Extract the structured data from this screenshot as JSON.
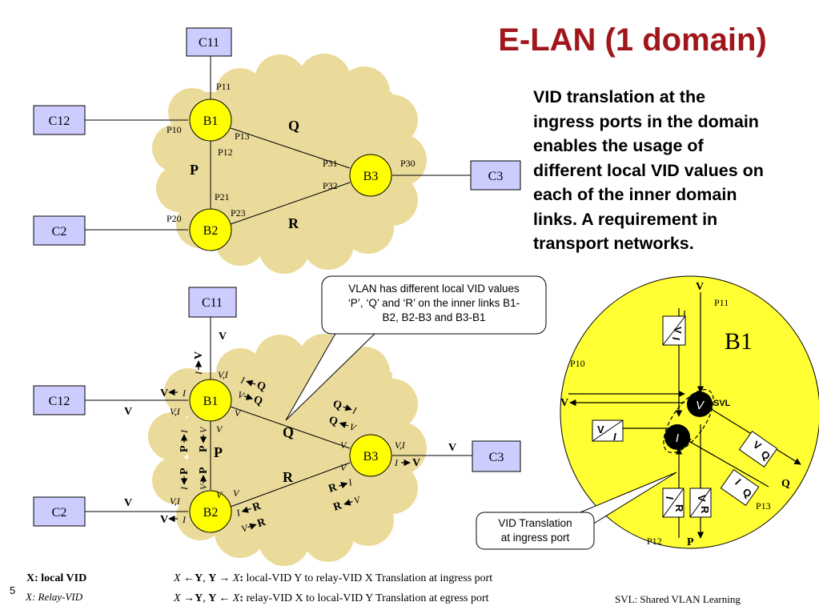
{
  "title": "E-LAN (1 domain)",
  "description": [
    "VID translation at the",
    "ingress ports in the domain",
    "enables the usage of",
    "different local VID values on",
    "each of the inner domain",
    "links. A requirement in",
    "transport networks."
  ],
  "top_diagram": {
    "customers": {
      "c11": "C11",
      "c12": "C12",
      "c2": "C2",
      "c3": "C3"
    },
    "bridges": {
      "b1": "B1",
      "b2": "B2",
      "b3": "B3"
    },
    "ports": {
      "p11": "P11",
      "p10": "P10",
      "p13": "P13",
      "p12": "P12",
      "p31": "P31",
      "p30": "P30",
      "p32": "P32",
      "p21": "P21",
      "p20": "P20",
      "p23": "P23"
    },
    "links": {
      "q": "Q",
      "p": "P",
      "r": "R"
    }
  },
  "bottom_diagram": {
    "customers": {
      "c11": "C11",
      "c12": "C12",
      "c2": "C2",
      "c3": "C3"
    },
    "bridges": {
      "b1": "B1",
      "b2": "B2",
      "b3": "B3"
    },
    "links": {
      "q": "Q",
      "p": "P",
      "r": "R"
    },
    "v": "V",
    "vi": "V,I",
    "i": "I"
  },
  "callout_top": [
    "VLAN has different local VID values",
    "‘P’, ‘Q’ and ‘R’ on the inner links B1-",
    "B2, B2-B3 and B3-B1"
  ],
  "callout_bottom": [
    "VID Translation",
    "at ingress port"
  ],
  "detail": {
    "bridge": "B1",
    "v": "V",
    "i": "I",
    "svl": "SVL",
    "ports": {
      "p11": "P11",
      "p10": "P10",
      "p12": "P12",
      "p13": "P13"
    },
    "labels": {
      "q": "Q",
      "p": "P"
    }
  },
  "legend": {
    "local": "X: local VID",
    "relay": "X: Relay-VID",
    "ingress": "local-VID Y to relay-VID X Translation at ingress port",
    "egress": "relay-VID X to local-VID Y Translation at egress port",
    "svl": "SVL: Shared VLAN Learning",
    "page": "5"
  },
  "colors": {
    "title": "#a0161b",
    "cloud": "#eadb9b",
    "bridge": "#ffff00",
    "customer_box": "#ccccff",
    "detail_bg": "#ffff33"
  }
}
